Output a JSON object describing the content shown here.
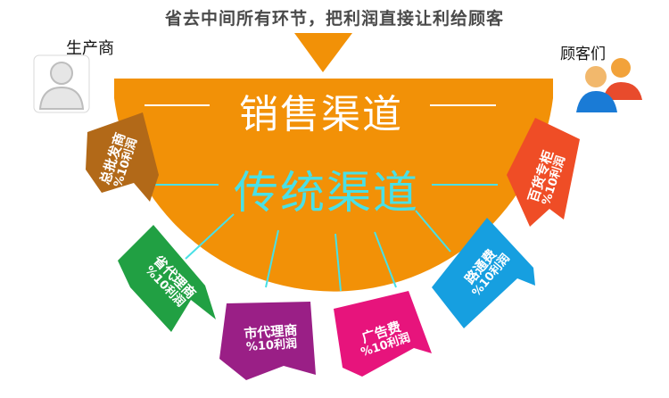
{
  "headline": "省去中间所有环节，把利润直接让利给顾客",
  "producer_label": "生产商",
  "customer_label": "顾客们",
  "sales_channel_title": "销售渠道",
  "traditional_channel_title": "传统渠道",
  "colors": {
    "orange": "#f29107",
    "brown": "#b26918",
    "green": "#21a043",
    "purple": "#9a1f86",
    "pink": "#e7147c",
    "blue": "#169fe0",
    "red_orange": "#ef4d26",
    "cyan_text": "#49e0e6"
  },
  "tags": [
    {
      "line1": "总批发商",
      "line2": "%10利润",
      "color": "brown",
      "icon": "ribbon-tag"
    },
    {
      "line1": "省代理商",
      "line2": "%10利润",
      "color": "green",
      "icon": "ribbon-tag"
    },
    {
      "line1": "市代理商",
      "line2": "%10利润",
      "color": "purple",
      "icon": "ribbon-tag"
    },
    {
      "line1": "广告费",
      "line2": "%10利润",
      "color": "pink",
      "icon": "ribbon-tag"
    },
    {
      "line1": "路通费",
      "line2": "%10利润",
      "color": "blue",
      "icon": "ribbon-tag"
    },
    {
      "line1": "百货专柜",
      "line2": "%10利润",
      "color": "red_orange",
      "icon": "ribbon-tag"
    }
  ],
  "icons": {
    "producer": "user-gray-icon",
    "customers": "users-group-icon",
    "arrow": "down-triangle-icon"
  }
}
